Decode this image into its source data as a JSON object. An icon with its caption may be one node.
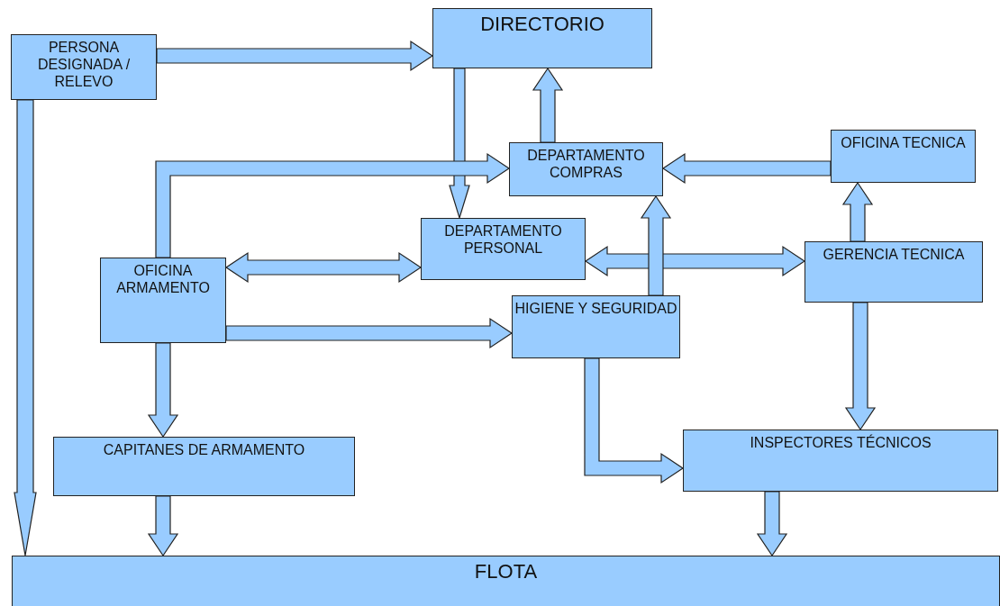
{
  "diagram": {
    "nodes": [
      {
        "text": [
          "PERSONA DESIGNADA / RELEVO"
        ]
      },
      {
        "text": [
          "DIRECTORIO"
        ]
      },
      {
        "text": [
          "DEPARTAMENTO COMPRAS"
        ]
      },
      {
        "text": [
          "OFICINA TECNICA"
        ]
      },
      {
        "text": [
          "DEPARTAMENTO PERSONAL"
        ]
      },
      {
        "text": [
          "GERENCIA TECNICA"
        ]
      },
      {
        "text": [
          "OFICINA ARMAMENTO"
        ]
      },
      {
        "text": [
          "HIGIENE Y SEGURIDAD"
        ]
      },
      {
        "text": [
          "CAPITANES DE ARMAMENTO"
        ]
      },
      {
        "text": [
          "INSPECTORES TÉCNICOS"
        ]
      },
      {
        "text": [
          "FLOTA"
        ]
      }
    ],
    "edges": [
      {
        "from": 0,
        "to": 1,
        "arrow": "to"
      },
      {
        "from": 0,
        "to": 10,
        "arrow": "to"
      },
      {
        "from": 1,
        "to": 4,
        "arrow": "to"
      },
      {
        "from": 2,
        "to": 1,
        "arrow": "to"
      },
      {
        "from": 3,
        "to": 2,
        "arrow": "to"
      },
      {
        "from": 6,
        "to": 2,
        "arrow": "to"
      },
      {
        "from": 6,
        "to": 4,
        "arrow": "both"
      },
      {
        "from": 4,
        "to": 5,
        "arrow": "both"
      },
      {
        "from": 7,
        "to": 2,
        "arrow": "to"
      },
      {
        "from": 5,
        "to": 3,
        "arrow": "to"
      },
      {
        "from": 6,
        "to": 7,
        "arrow": "to"
      },
      {
        "from": 6,
        "to": 8,
        "arrow": "to"
      },
      {
        "from": 7,
        "to": 9,
        "arrow": "to"
      },
      {
        "from": 5,
        "to": 9,
        "arrow": "to"
      },
      {
        "from": 8,
        "to": 10,
        "arrow": "to"
      },
      {
        "from": 9,
        "to": 10,
        "arrow": "to"
      }
    ]
  }
}
